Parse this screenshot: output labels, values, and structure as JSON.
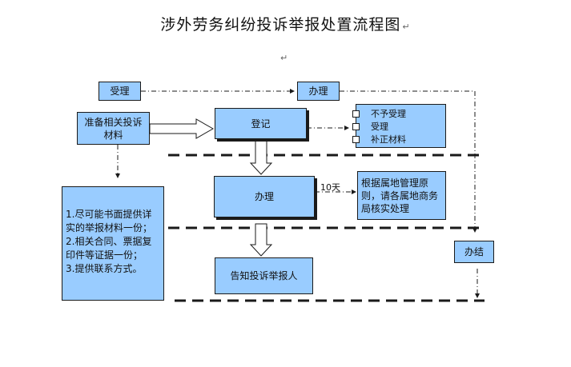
{
  "title": "涉外劳务纠纷投诉举报处置流程图",
  "title_mark": "↵",
  "para_mark": "↵",
  "nodes": {
    "accept": "受理",
    "handle_top": "办理",
    "prepare": "准备相关投诉材料",
    "register": "登记",
    "options": [
      "不予受理",
      "受理",
      "补正材料"
    ],
    "handle_mid": "办理",
    "ten_days": "10天",
    "territory": "根据属地管理原则，请各属地商务局核实处理",
    "materials": [
      "1.尽可能书面提供详实的举报材料一份；",
      "2.相关合同、票据复印件等证据一份；",
      "3.提供联系方式。"
    ],
    "notify": "告知投诉举报人",
    "close": "办结"
  },
  "colors": {
    "box_fill": "#99ccff",
    "line": "#1a1a1a"
  }
}
